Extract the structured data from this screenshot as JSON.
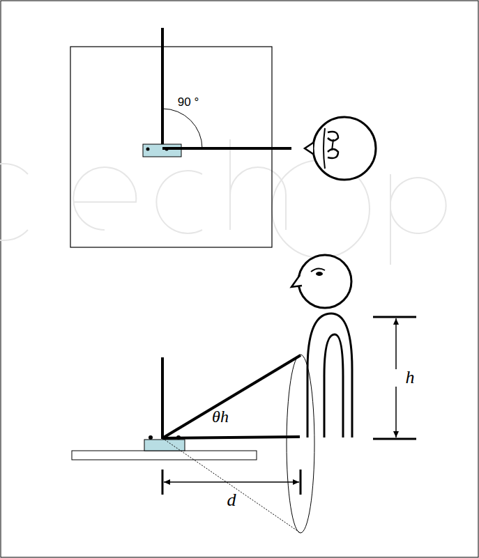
{
  "diagram": {
    "labels": [
      "90 °",
      "θh",
      "h",
      "d"
    ]
  }
}
